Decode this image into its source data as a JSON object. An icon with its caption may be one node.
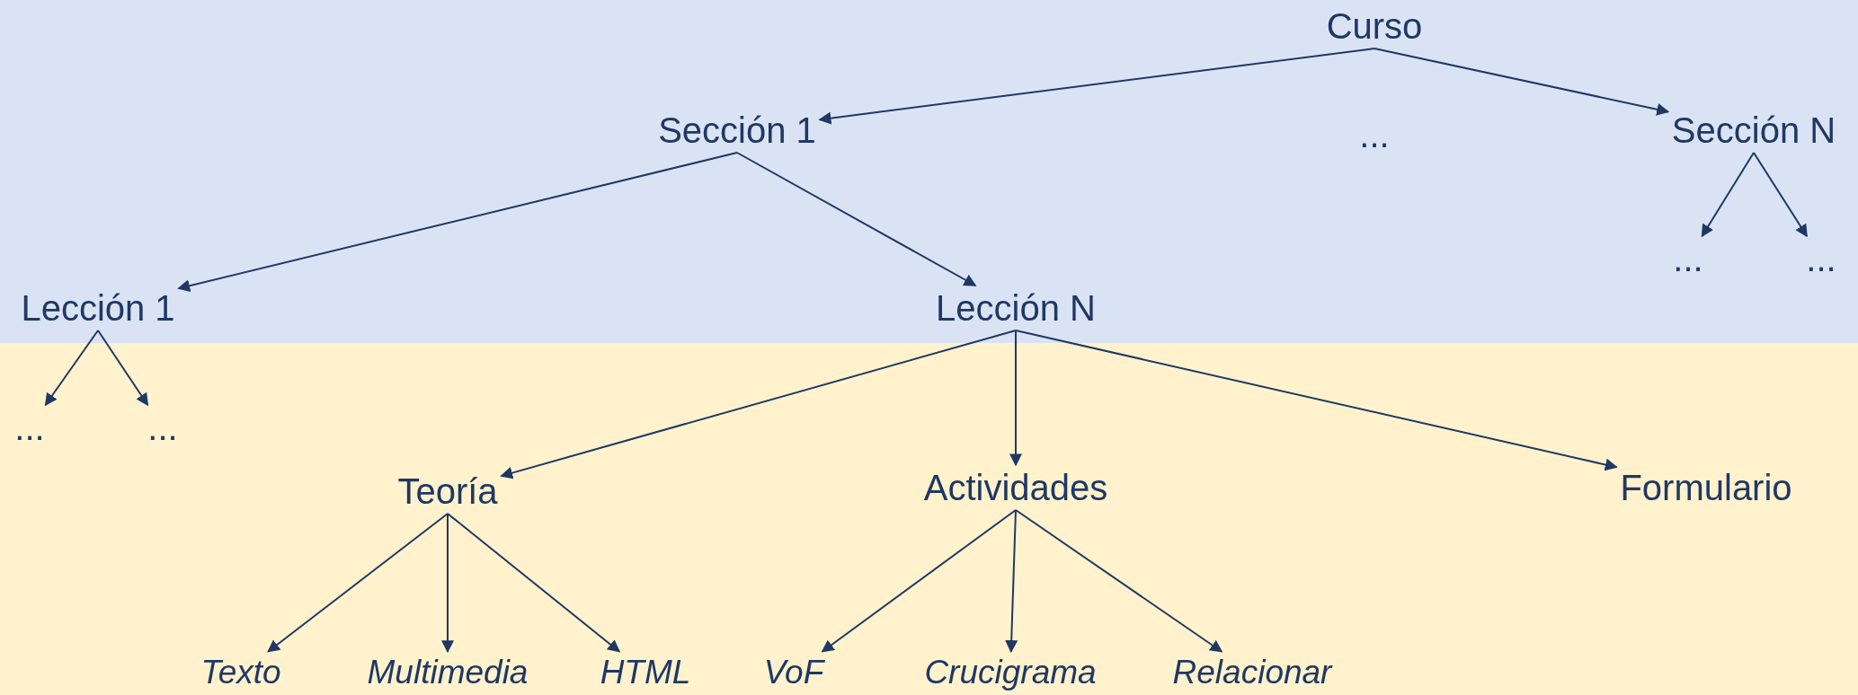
{
  "diagram": {
    "nodes": [
      {
        "text": [
          "Curso"
        ]
      },
      {
        "text": [
          "Sección 1"
        ]
      },
      {
        "text": [
          "Sección N"
        ]
      },
      {
        "text": [
          "..."
        ]
      },
      {
        "text": [
          "..."
        ]
      },
      {
        "text": [
          "Lección 1"
        ]
      },
      {
        "text": [
          "Lección N"
        ]
      },
      {
        "text": [
          "..."
        ]
      },
      {
        "text": [
          "..."
        ]
      },
      {
        "text": [
          "Teoría"
        ]
      },
      {
        "text": [
          "Actividades"
        ]
      },
      {
        "text": [
          "Formulario"
        ]
      },
      {
        "text": [
          "Texto"
        ]
      },
      {
        "text": [
          "Multimedia"
        ]
      },
      {
        "text": [
          "HTML"
        ]
      },
      {
        "text": [
          "VoF"
        ]
      },
      {
        "text": [
          "Crucigrama"
        ]
      },
      {
        "text": [
          "Relacionar"
        ]
      }
    ],
    "edges": [
      {
        "from": 0,
        "to": 1,
        "arrow": "to"
      },
      {
        "from": 0,
        "to": 2,
        "arrow": "to"
      },
      {
        "from": 2,
        "to": 3,
        "arrow": "to"
      },
      {
        "from": 2,
        "to": 4,
        "arrow": "to"
      },
      {
        "from": 1,
        "to": 5,
        "arrow": "to"
      },
      {
        "from": 1,
        "to": 6,
        "arrow": "to"
      },
      {
        "from": 5,
        "to": 7,
        "arrow": "to"
      },
      {
        "from": 5,
        "to": 8,
        "arrow": "to"
      },
      {
        "from": 6,
        "to": 9,
        "arrow": "to"
      },
      {
        "from": 6,
        "to": 10,
        "arrow": "to"
      },
      {
        "from": 6,
        "to": 11,
        "arrow": "to"
      },
      {
        "from": 9,
        "to": 12,
        "arrow": "to"
      },
      {
        "from": 9,
        "to": 13,
        "arrow": "to"
      },
      {
        "from": 9,
        "to": 14,
        "arrow": "to"
      },
      {
        "from": 10,
        "to": 15,
        "arrow": "to"
      },
      {
        "from": 10,
        "to": 16,
        "arrow": "to"
      },
      {
        "from": 10,
        "to": 17,
        "arrow": "to"
      }
    ],
    "labels": [
      "..."
    ]
  }
}
